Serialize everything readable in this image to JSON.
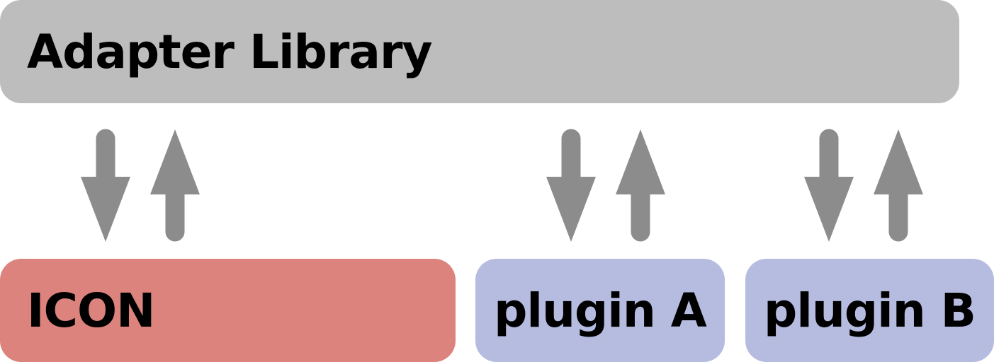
{
  "diagram": {
    "library": {
      "label": "Adapter Library",
      "color": "#bdbdbd"
    },
    "components": [
      {
        "id": "icon",
        "label": "ICON",
        "color": "#dc837e"
      },
      {
        "id": "plugin_a",
        "label": "plugin A",
        "color": "#b6bce0"
      },
      {
        "id": "plugin_b",
        "label": "plugin B",
        "color": "#b6bce0"
      }
    ],
    "arrow_color": "#8c8c8c",
    "links": [
      {
        "from": "library",
        "to": "icon",
        "bidirectional": true
      },
      {
        "from": "library",
        "to": "plugin_a",
        "bidirectional": true
      },
      {
        "from": "library",
        "to": "plugin_b",
        "bidirectional": true
      }
    ]
  }
}
